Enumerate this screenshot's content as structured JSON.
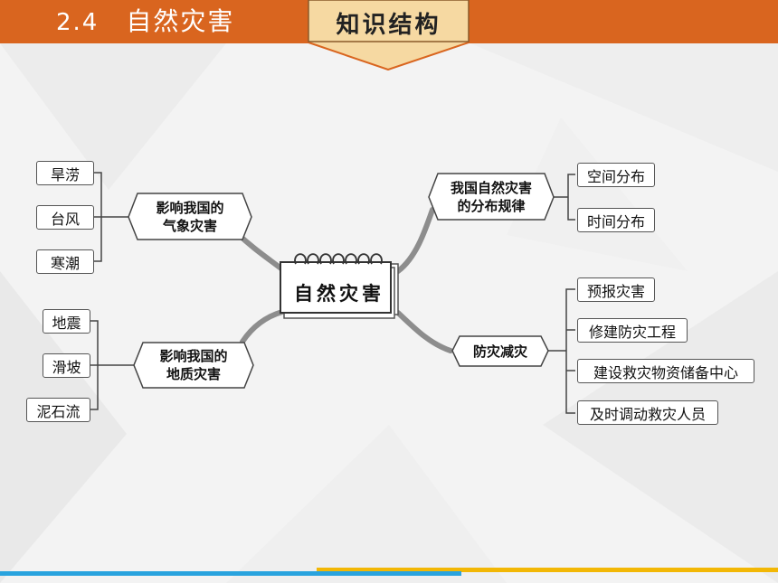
{
  "header": {
    "section_number": "2.4",
    "title": "自然灾害",
    "tag": "知识结构"
  },
  "center": {
    "label": "自然灾害"
  },
  "branches": {
    "weather": {
      "line1": "影响我国的",
      "line2": "气象灾害",
      "items": [
        "旱涝",
        "台风",
        "寒潮"
      ]
    },
    "geology": {
      "line1": "影响我国的",
      "line2": "地质灾害",
      "items": [
        "地震",
        "滑坡",
        "泥石流"
      ]
    },
    "distribution": {
      "line1": "我国自然灾害",
      "line2": "的分布规律",
      "items": [
        "空间分布",
        "时间分布"
      ]
    },
    "prevention": {
      "line1": "防灾减灾",
      "items": [
        "预报灾害",
        "修建防灾工程",
        "建设救灾物资储备中心",
        "及时调动救灾人员"
      ]
    }
  },
  "colors": {
    "header": "#d9651f",
    "bar_blue": "#29a3de",
    "bar_yellow": "#f2b705"
  }
}
